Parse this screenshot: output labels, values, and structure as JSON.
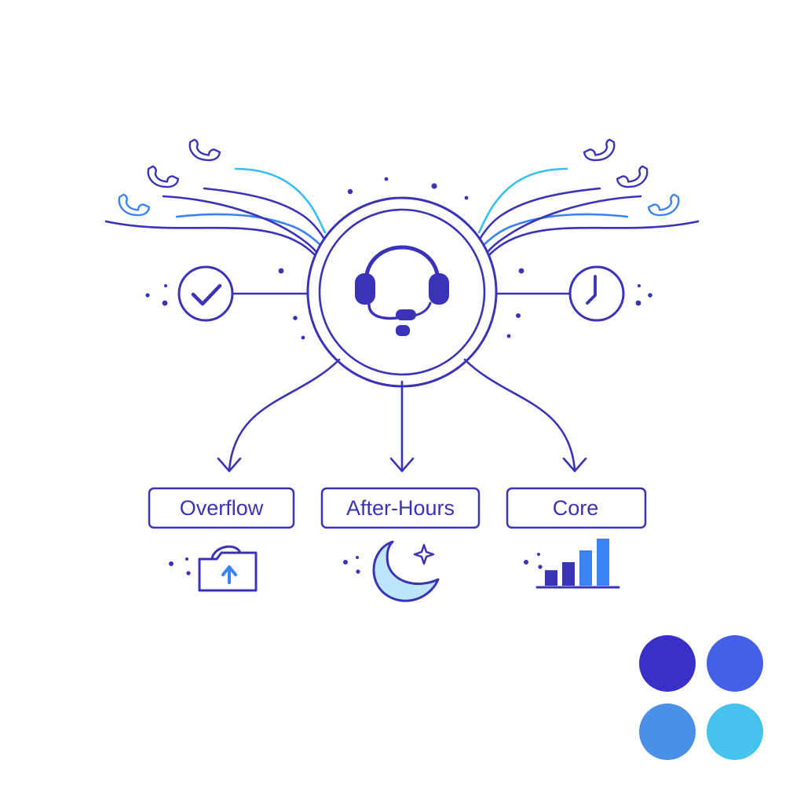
{
  "palette": {
    "primary": "#3a33b8",
    "accent": "#3b82f6",
    "light": "#38bdf8",
    "swatches": [
      "#3b2fc9",
      "#4460e6",
      "#4a90e8",
      "#45c3ec"
    ]
  },
  "hub": {
    "icon": "headset-icon"
  },
  "side_icons": {
    "left": "checkmark-circle-icon",
    "right": "clock-icon"
  },
  "incoming_icon": "phone-handset-icon",
  "routes": [
    {
      "label": "Overflow",
      "icon": "folder-upload-icon"
    },
    {
      "label": "After-Hours",
      "icon": "moon-star-icon"
    },
    {
      "label": "Core",
      "icon": "bar-chart-icon",
      "bar_levels": [
        0.33,
        0.5,
        0.75,
        1.0
      ]
    }
  ]
}
